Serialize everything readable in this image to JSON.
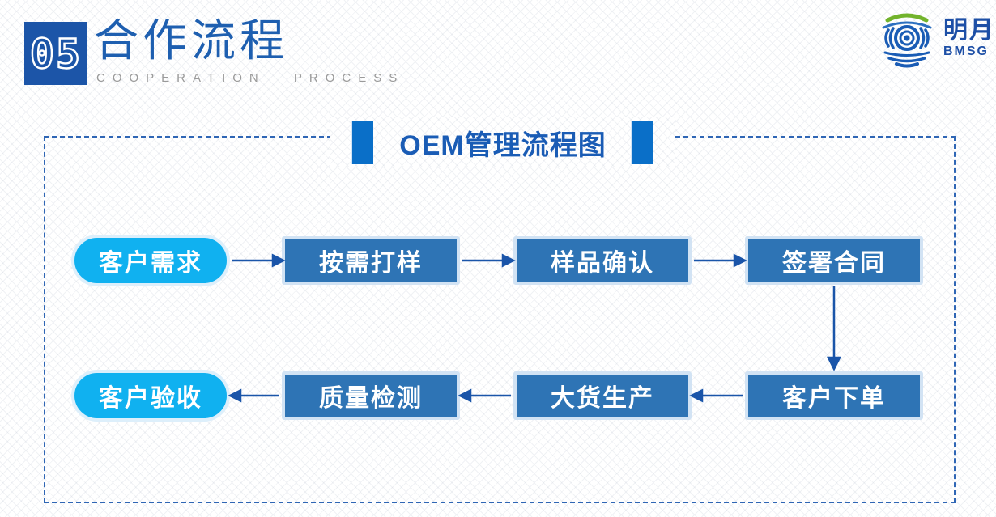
{
  "header": {
    "section_number": "05",
    "title": "合作流程",
    "subtitle": "COOPERATION PROCESS"
  },
  "logo": {
    "name": "明月",
    "abbr": "BMSG"
  },
  "flow": {
    "title": "OEM管理流程图",
    "row1": [
      {
        "label": "客户需求",
        "type": "terminal"
      },
      {
        "label": "按需打样",
        "type": "process"
      },
      {
        "label": "样品确认",
        "type": "process"
      },
      {
        "label": "签署合同",
        "type": "process"
      }
    ],
    "row2": [
      {
        "label": "客户验收",
        "type": "terminal"
      },
      {
        "label": "质量检测",
        "type": "process"
      },
      {
        "label": "大货生产",
        "type": "process"
      },
      {
        "label": "客户下单",
        "type": "process"
      }
    ],
    "connections": [
      {
        "from": "客户需求",
        "to": "按需打样"
      },
      {
        "from": "按需打样",
        "to": "样品确认"
      },
      {
        "from": "样品确认",
        "to": "签署合同"
      },
      {
        "from": "签署合同",
        "to": "客户下单"
      },
      {
        "from": "客户下单",
        "to": "大货生产"
      },
      {
        "from": "大货生产",
        "to": "质量检测"
      },
      {
        "from": "质量检测",
        "to": "客户验收"
      }
    ]
  },
  "colors": {
    "process_fill": "#2E74B5",
    "process_border": "#D2E3F4",
    "terminal_fill": "#10B1F0",
    "terminal_border": "#DDEFFB",
    "arrow": "#1A55A9",
    "title_bar_blue": "#0A6FC8",
    "diagram_title_text": "#1A5CB5",
    "header_blue": "#1E5FB0",
    "number_square_blue": "#1C55A8",
    "subtitle_gray": "#9A9A9A",
    "dashed_border": "#2F66B5",
    "logo_blue": "#1D4FA6",
    "logo_green": "#72B32C"
  }
}
